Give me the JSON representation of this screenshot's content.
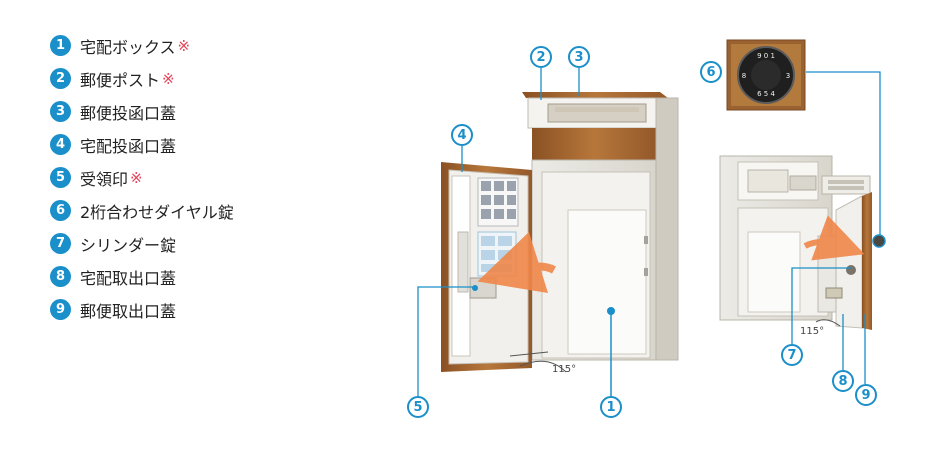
{
  "legend": [
    {
      "num": "1",
      "label": "宅配ボックス",
      "mark": "※"
    },
    {
      "num": "2",
      "label": "郵便ポスト",
      "mark": "※"
    },
    {
      "num": "3",
      "label": "郵便投函口蓋",
      "mark": ""
    },
    {
      "num": "4",
      "label": "宅配投函口蓋",
      "mark": ""
    },
    {
      "num": "5",
      "label": "受領印",
      "mark": "※"
    },
    {
      "num": "6",
      "label": "2桁合わせダイヤル錠",
      "mark": ""
    },
    {
      "num": "7",
      "label": "シリンダー錠",
      "mark": ""
    },
    {
      "num": "8",
      "label": "宅配取出口蓋",
      "mark": ""
    },
    {
      "num": "9",
      "label": "郵便取出口蓋",
      "mark": ""
    }
  ],
  "colors": {
    "accent": "#1a8fc9",
    "mark": "#e8435a",
    "wood": "#a8682f",
    "body": "#e6e3dc"
  },
  "callouts": {
    "c1": "1",
    "c2": "2",
    "c3": "3",
    "c4": "4",
    "c5": "5",
    "c6": "6",
    "c7": "7",
    "c8": "8",
    "c9": "9"
  },
  "angles": {
    "left": "115°",
    "right": "115°"
  }
}
